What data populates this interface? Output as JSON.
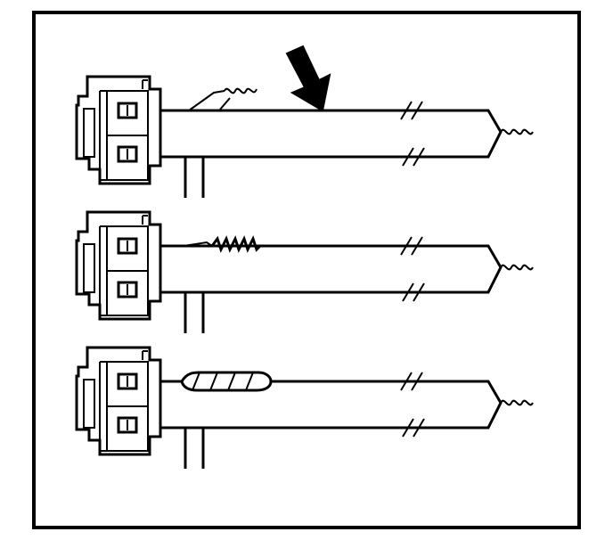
{
  "diagram": {
    "colors": {
      "background": "#ffffff",
      "ink": "#000000"
    },
    "panels": [
      {
        "id": "panel-1",
        "splice_style": "pigtail-lifted",
        "has_arrow": true
      },
      {
        "id": "panel-2",
        "splice_style": "twisted-wire"
      },
      {
        "id": "panel-3",
        "splice_style": "soldered-wrapped"
      }
    ],
    "icons": {
      "arrow": "arrow-down-left-icon",
      "connector": "connector-icon"
    }
  }
}
